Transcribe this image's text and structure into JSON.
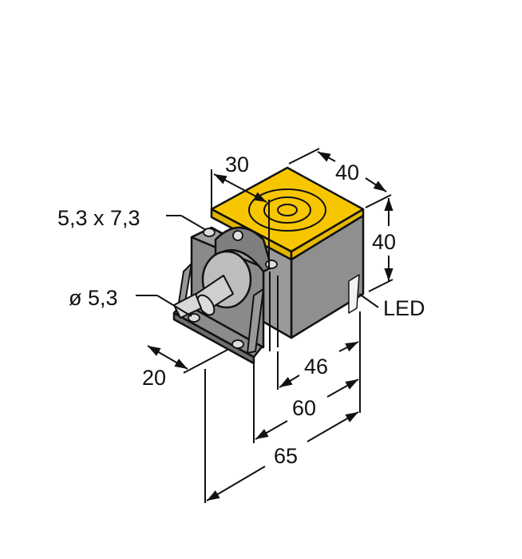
{
  "diagram": {
    "type": "dimension-drawing",
    "subject": "inductive proximity sensor with mounting bracket",
    "colors": {
      "sensing_face": "#f7c600",
      "housing_light": "#a9a9a9",
      "housing_mid": "#8f8f8f",
      "housing_dark": "#7c7c7c",
      "shaft": "#cfcfcf",
      "line": "#111111",
      "background": "#ffffff"
    },
    "dimensions": {
      "slot": "5,3 x 7,3",
      "hole": "ø 5,3",
      "width_30": "30",
      "depth_40": "40",
      "height_40": "40",
      "led": "LED",
      "d20": "20",
      "d46": "46",
      "d60": "60",
      "d65": "65"
    }
  }
}
